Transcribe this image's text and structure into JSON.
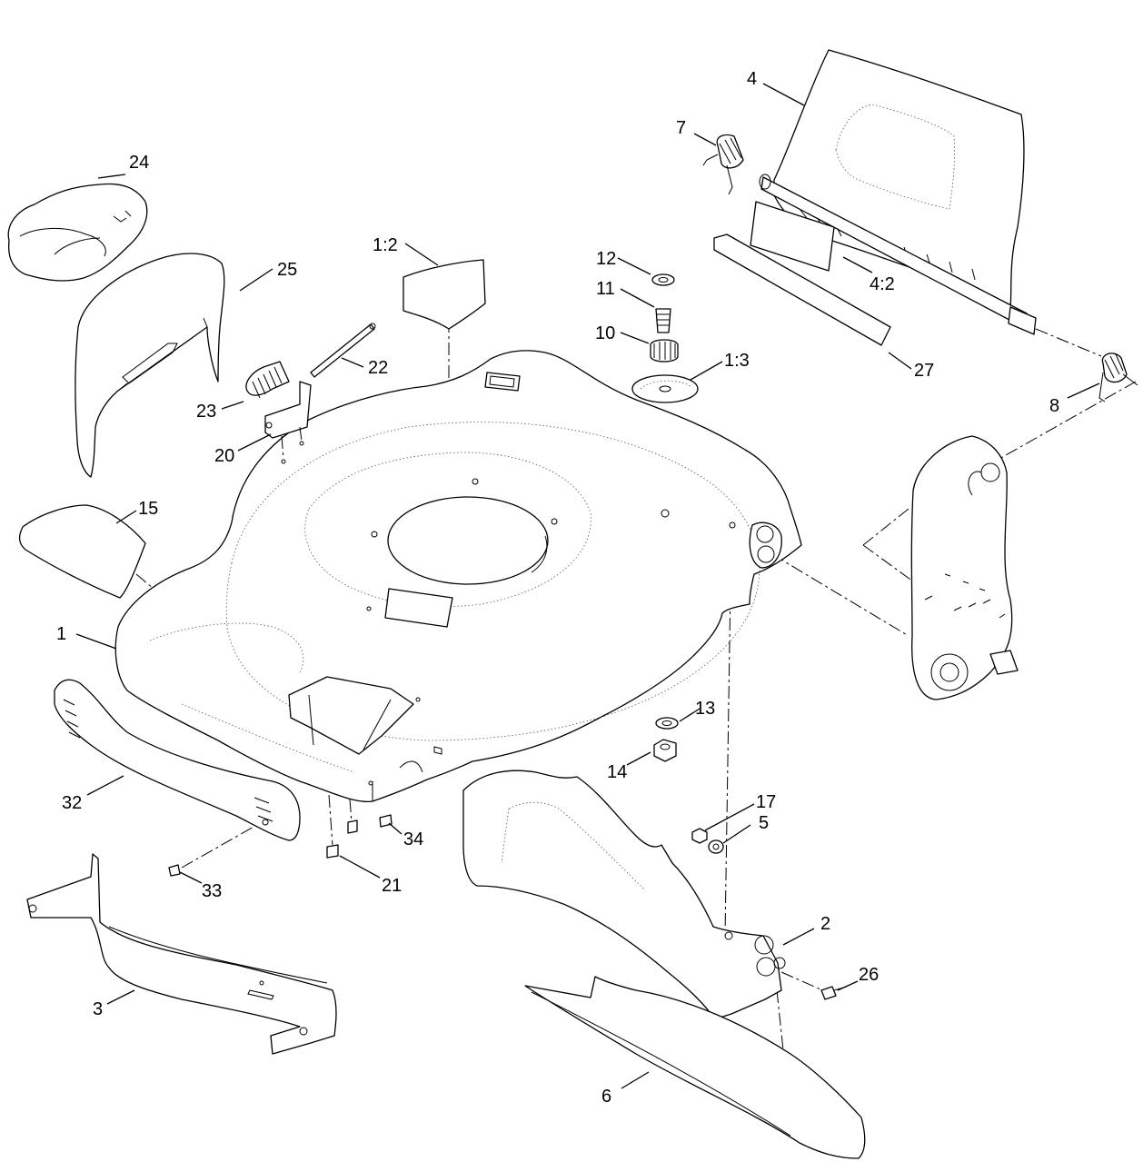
{
  "callouts": [
    {
      "id": "c1",
      "text": "1"
    },
    {
      "id": "c2",
      "text": "2"
    },
    {
      "id": "c3",
      "text": "3"
    },
    {
      "id": "c4",
      "text": "4"
    },
    {
      "id": "c5",
      "text": "5"
    },
    {
      "id": "c6",
      "text": "6"
    },
    {
      "id": "c7",
      "text": "7"
    },
    {
      "id": "c8",
      "text": "8"
    },
    {
      "id": "c10",
      "text": "10"
    },
    {
      "id": "c11",
      "text": "11"
    },
    {
      "id": "c12",
      "text": "12"
    },
    {
      "id": "c13",
      "text": "13"
    },
    {
      "id": "c14",
      "text": "14"
    },
    {
      "id": "c15",
      "text": "15"
    },
    {
      "id": "c17",
      "text": "17"
    },
    {
      "id": "c20",
      "text": "20"
    },
    {
      "id": "c21",
      "text": "21"
    },
    {
      "id": "c22",
      "text": "22"
    },
    {
      "id": "c23",
      "text": "23"
    },
    {
      "id": "c24",
      "text": "24"
    },
    {
      "id": "c25",
      "text": "25"
    },
    {
      "id": "c26",
      "text": "26"
    },
    {
      "id": "c27",
      "text": "27"
    },
    {
      "id": "c32",
      "text": "32"
    },
    {
      "id": "c33",
      "text": "33"
    },
    {
      "id": "c34",
      "text": "34"
    },
    {
      "id": "c1_2",
      "text": "1:2"
    },
    {
      "id": "c1_3",
      "text": "1:3"
    },
    {
      "id": "c4_2",
      "text": "4:2"
    }
  ]
}
